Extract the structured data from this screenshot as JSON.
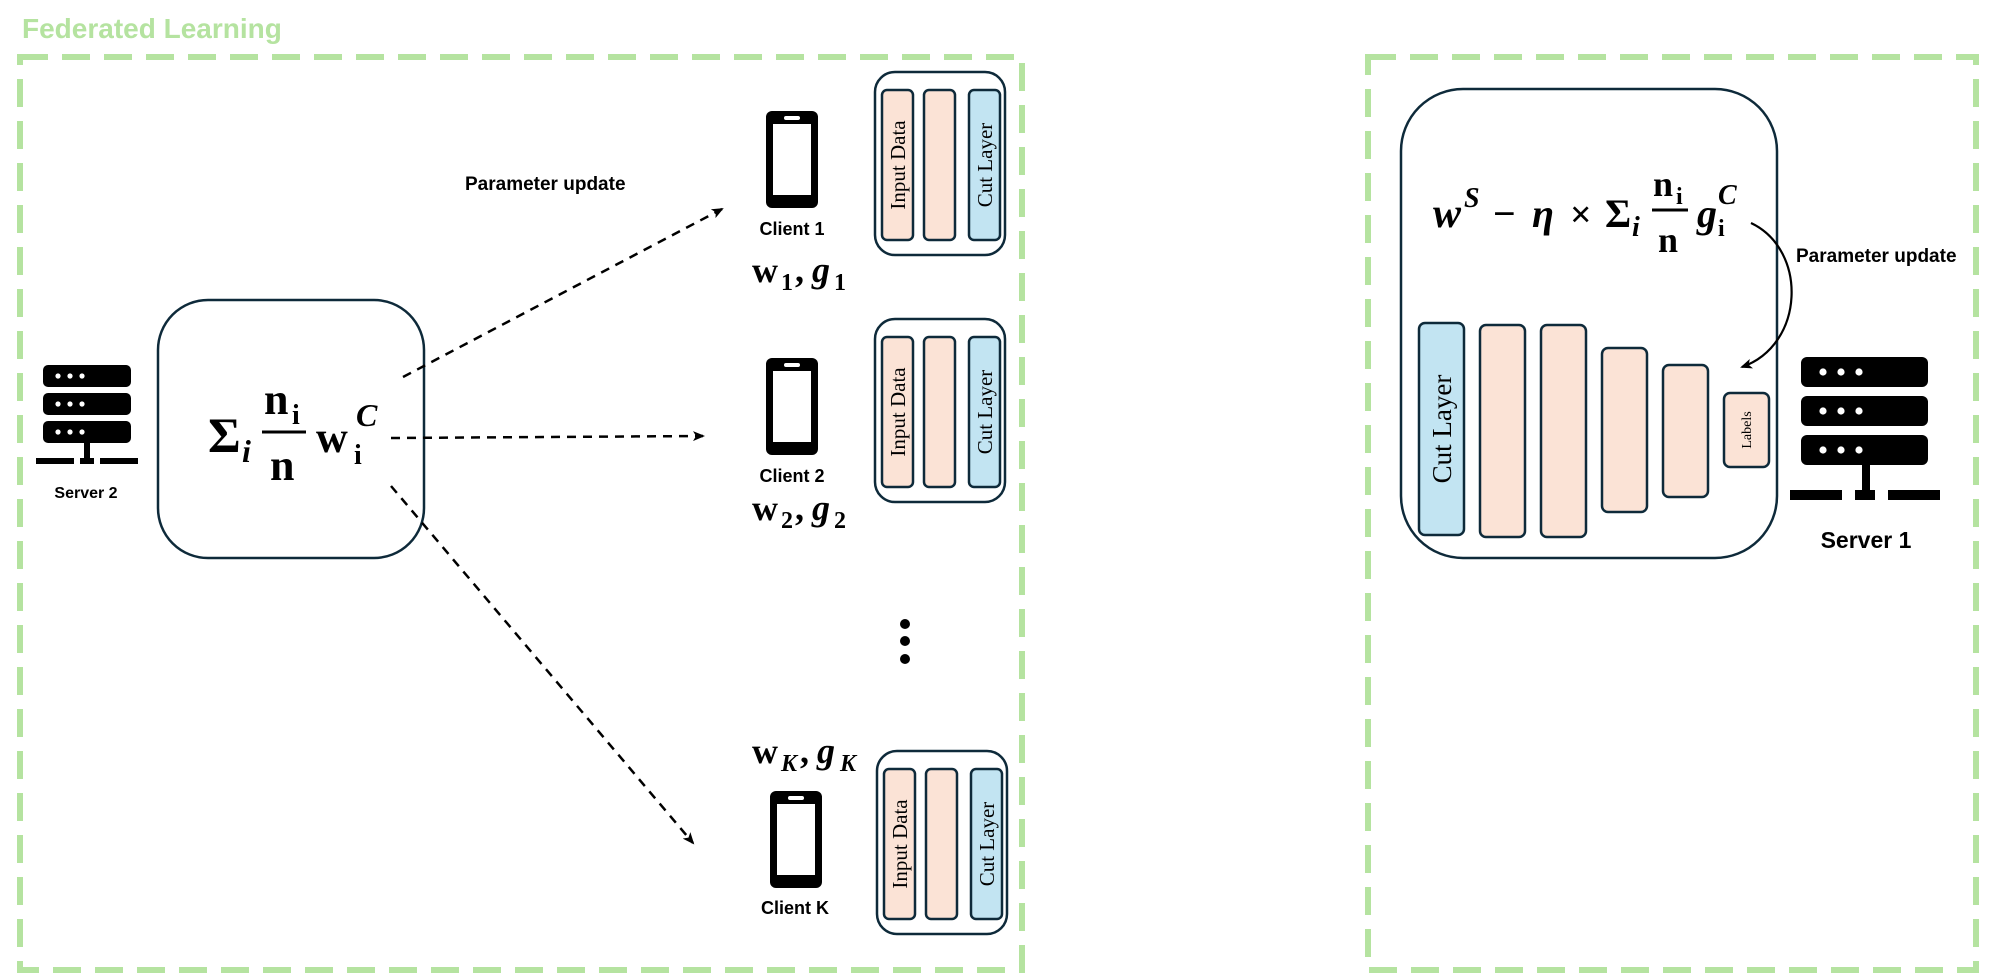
{
  "title": "Federated Learning",
  "left": {
    "server_label": "Server 2",
    "aggregation": {
      "sigma": "Σ",
      "sub_i": "i",
      "num": "n",
      "num_sub": "i",
      "den": "n",
      "w": "w",
      "w_sub": "i",
      "w_sup": "C"
    },
    "edge_label": "Parameter update",
    "clients": [
      {
        "label": "Client 1",
        "w": "w",
        "w_sub": "1",
        "g": "g",
        "g_sub": "1",
        "layers": [
          "Input Data",
          "",
          "Cut Layer"
        ]
      },
      {
        "label": "Client 2",
        "w": "w",
        "w_sub": "2",
        "g": "g",
        "g_sub": "2",
        "layers": [
          "Input Data",
          "",
          "Cut Layer"
        ]
      },
      {
        "label": "Client K",
        "w": "w",
        "w_sub": "K",
        "g": "g",
        "g_sub": "K",
        "layers": [
          "Input Data",
          "",
          "Cut Layer"
        ]
      }
    ],
    "ellipsis": "⋮"
  },
  "right": {
    "server_label": "Server 1",
    "formula": {
      "w": "w",
      "w_sup": "S",
      "minus": "−",
      "eta": "η",
      "times": "×",
      "sigma": "Σ",
      "sub_i": "i",
      "num": "n",
      "num_sub": "i",
      "den": "n",
      "g": "g",
      "g_sub": "i",
      "g_sup": "C"
    },
    "edge_label": "Parameter update",
    "layers": [
      "Cut Layer",
      "",
      "",
      "",
      "",
      "Labels"
    ]
  },
  "colors": {
    "green_dash": "#b5e3a0",
    "title_green": "#b5e3a0",
    "peach": "#fbe3d6",
    "light_blue": "#c2e4f2",
    "border": "#0e2a3a",
    "icon": "#000000"
  }
}
